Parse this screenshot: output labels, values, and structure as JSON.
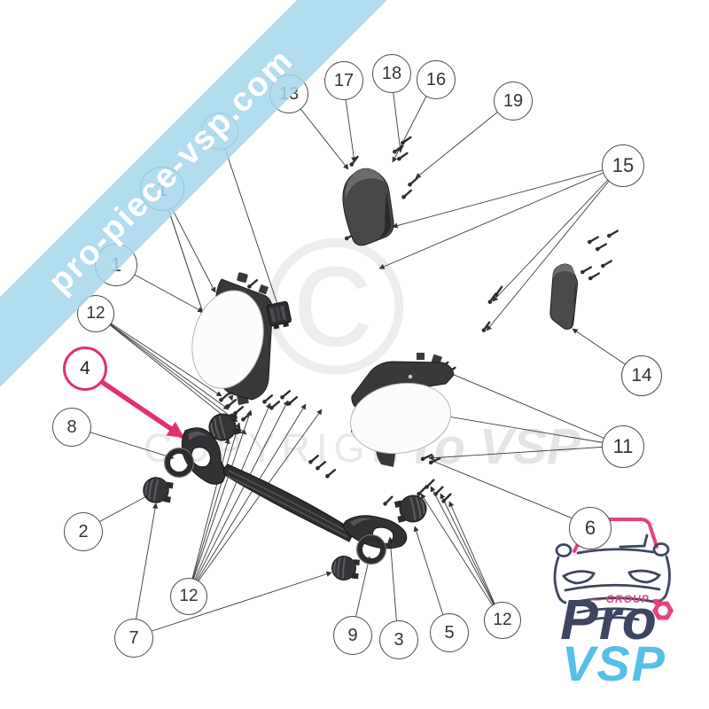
{
  "banner": {
    "text": "pro-piece-vsp.com"
  },
  "watermark": {
    "symbol": "©",
    "line": "COPYRIGHT",
    "brand": "Pro VSP"
  },
  "logo": {
    "group": "— GROUP —",
    "word_top": "Pro",
    "word_bottom": "VSP"
  },
  "colors": {
    "banner_bg": "#a4d7ec",
    "highlight_pink": "#e2306e",
    "logo_navy": "#3d4560",
    "logo_pink": "#e5427e",
    "logo_blue": "#56bfe8",
    "part_dark": "#3a3a3c",
    "leader_line": "#3a3a3a"
  },
  "callouts": [
    {
      "label": "13"
    },
    {
      "label": "17"
    },
    {
      "label": "18"
    },
    {
      "label": "16"
    },
    {
      "label": "19"
    },
    {
      "label": "15"
    },
    {
      "label": "10"
    },
    {
      "label": "1"
    },
    {
      "label": "1"
    },
    {
      "label": "12"
    },
    {
      "label": "4"
    },
    {
      "label": "8"
    },
    {
      "label": "2"
    },
    {
      "label": "7"
    },
    {
      "label": "12"
    },
    {
      "label": "9"
    },
    {
      "label": "3"
    },
    {
      "label": "5"
    },
    {
      "label": "12"
    },
    {
      "label": "6"
    },
    {
      "label": "11"
    },
    {
      "label": "14"
    }
  ]
}
